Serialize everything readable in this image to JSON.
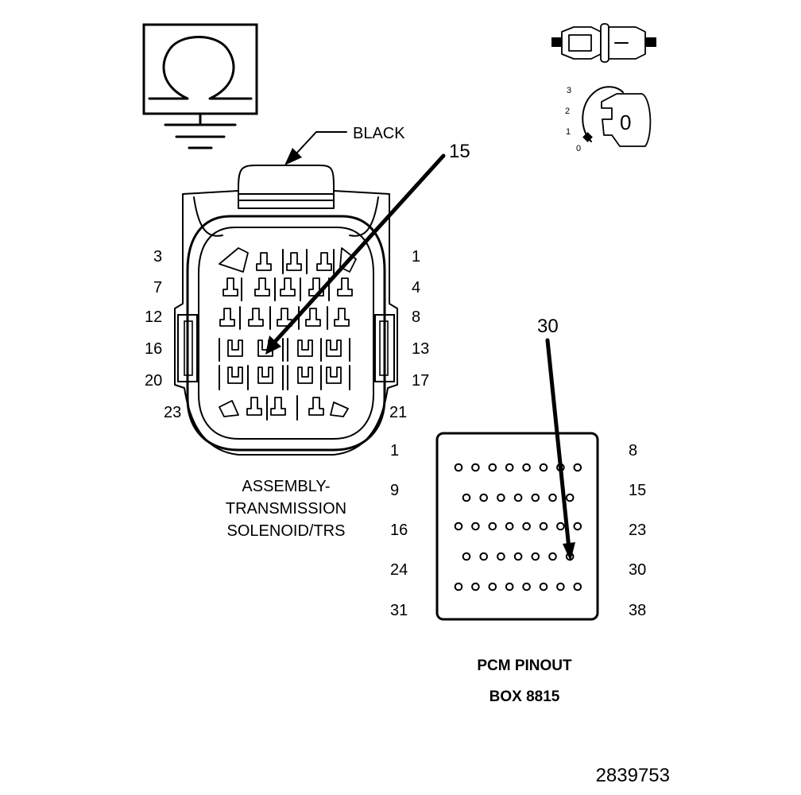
{
  "connector": {
    "color_label": "BLACK",
    "name_lines": [
      "ASSEMBLY-",
      "TRANSMISSION",
      "SOLENOID/TRS"
    ],
    "callout": "15",
    "left_pin_labels": [
      "3",
      "7",
      "12",
      "16",
      "20",
      "23"
    ],
    "right_pin_labels": [
      "1",
      "4",
      "8",
      "13",
      "17",
      "21"
    ]
  },
  "pcm": {
    "callout": "30",
    "left_row_labels": [
      "1",
      "9",
      "16",
      "24",
      "31"
    ],
    "right_row_labels": [
      "8",
      "15",
      "23",
      "30",
      "38"
    ],
    "row_pin_counts": [
      8,
      7,
      8,
      7,
      8
    ],
    "title": "PCM PINOUT",
    "subtitle": "BOX 8815"
  },
  "ignition": {
    "positions": [
      "3",
      "2",
      "1",
      "0"
    ],
    "key_label": "0"
  },
  "figure_id": "2839753",
  "icons": {
    "meter": "ohmmeter-icon",
    "ground": "ground-icon",
    "test_lead": "test-lead-connector-icon",
    "ignition_key": "ignition-key-icon"
  }
}
